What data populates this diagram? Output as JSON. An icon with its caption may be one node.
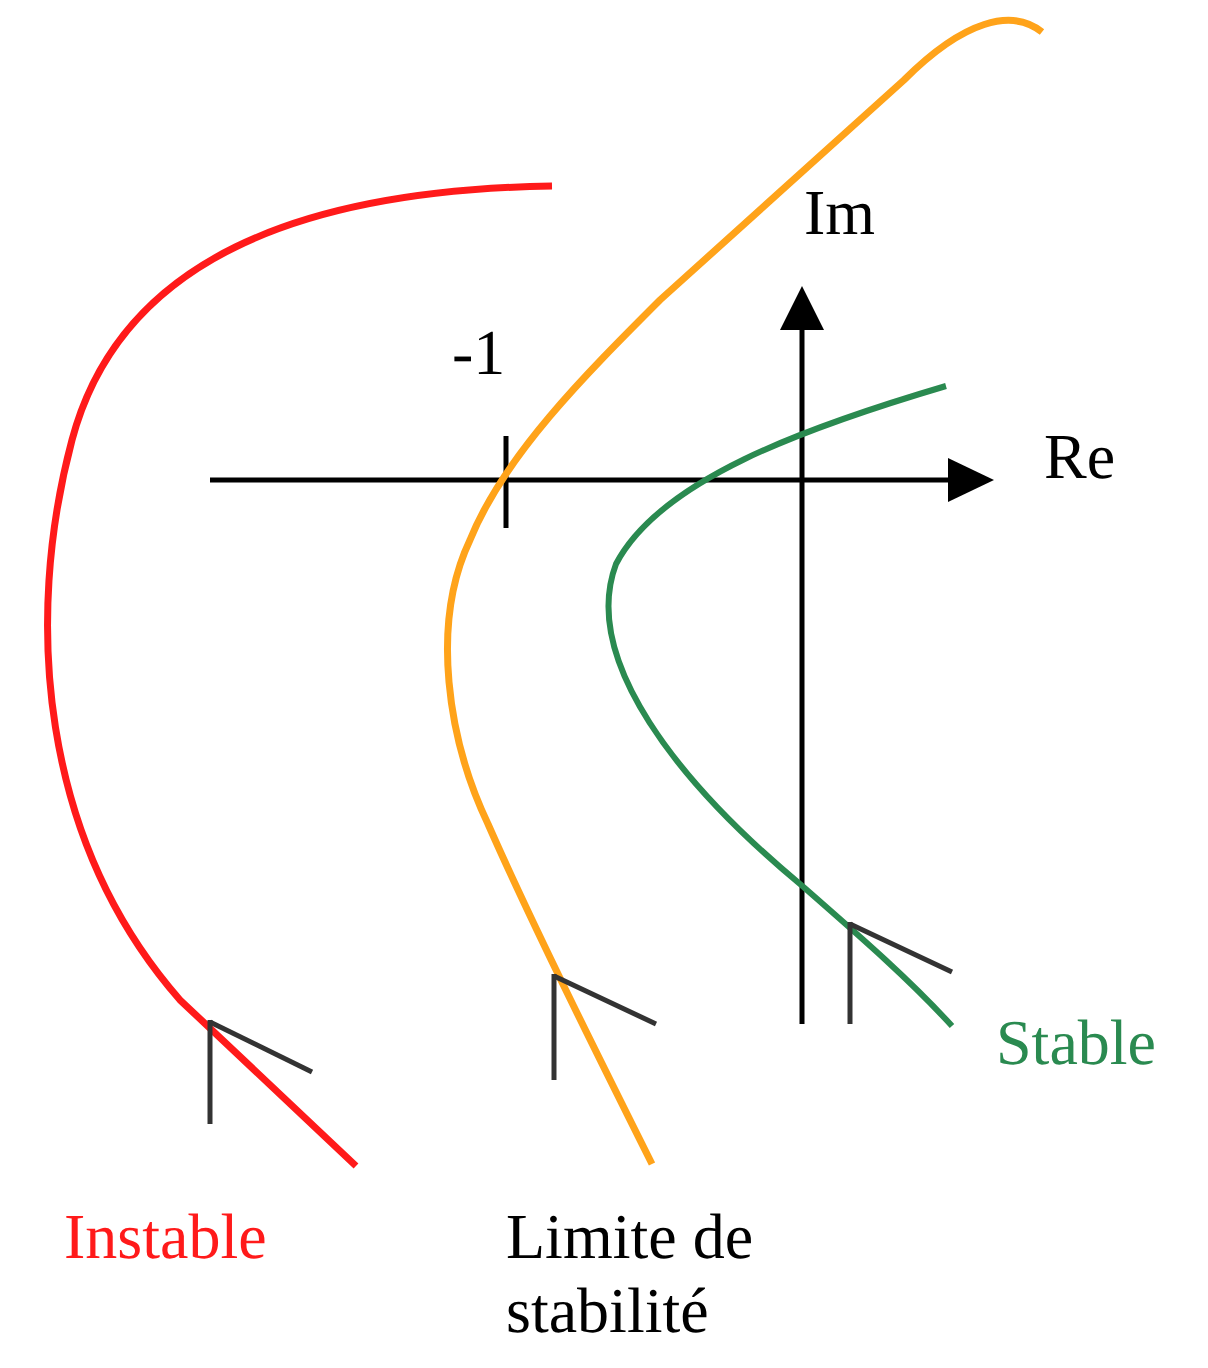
{
  "diagram": {
    "labels": [
      "Im",
      "-1",
      "Re",
      "Stable",
      "Instable",
      "Limite de stabilité"
    ]
  }
}
